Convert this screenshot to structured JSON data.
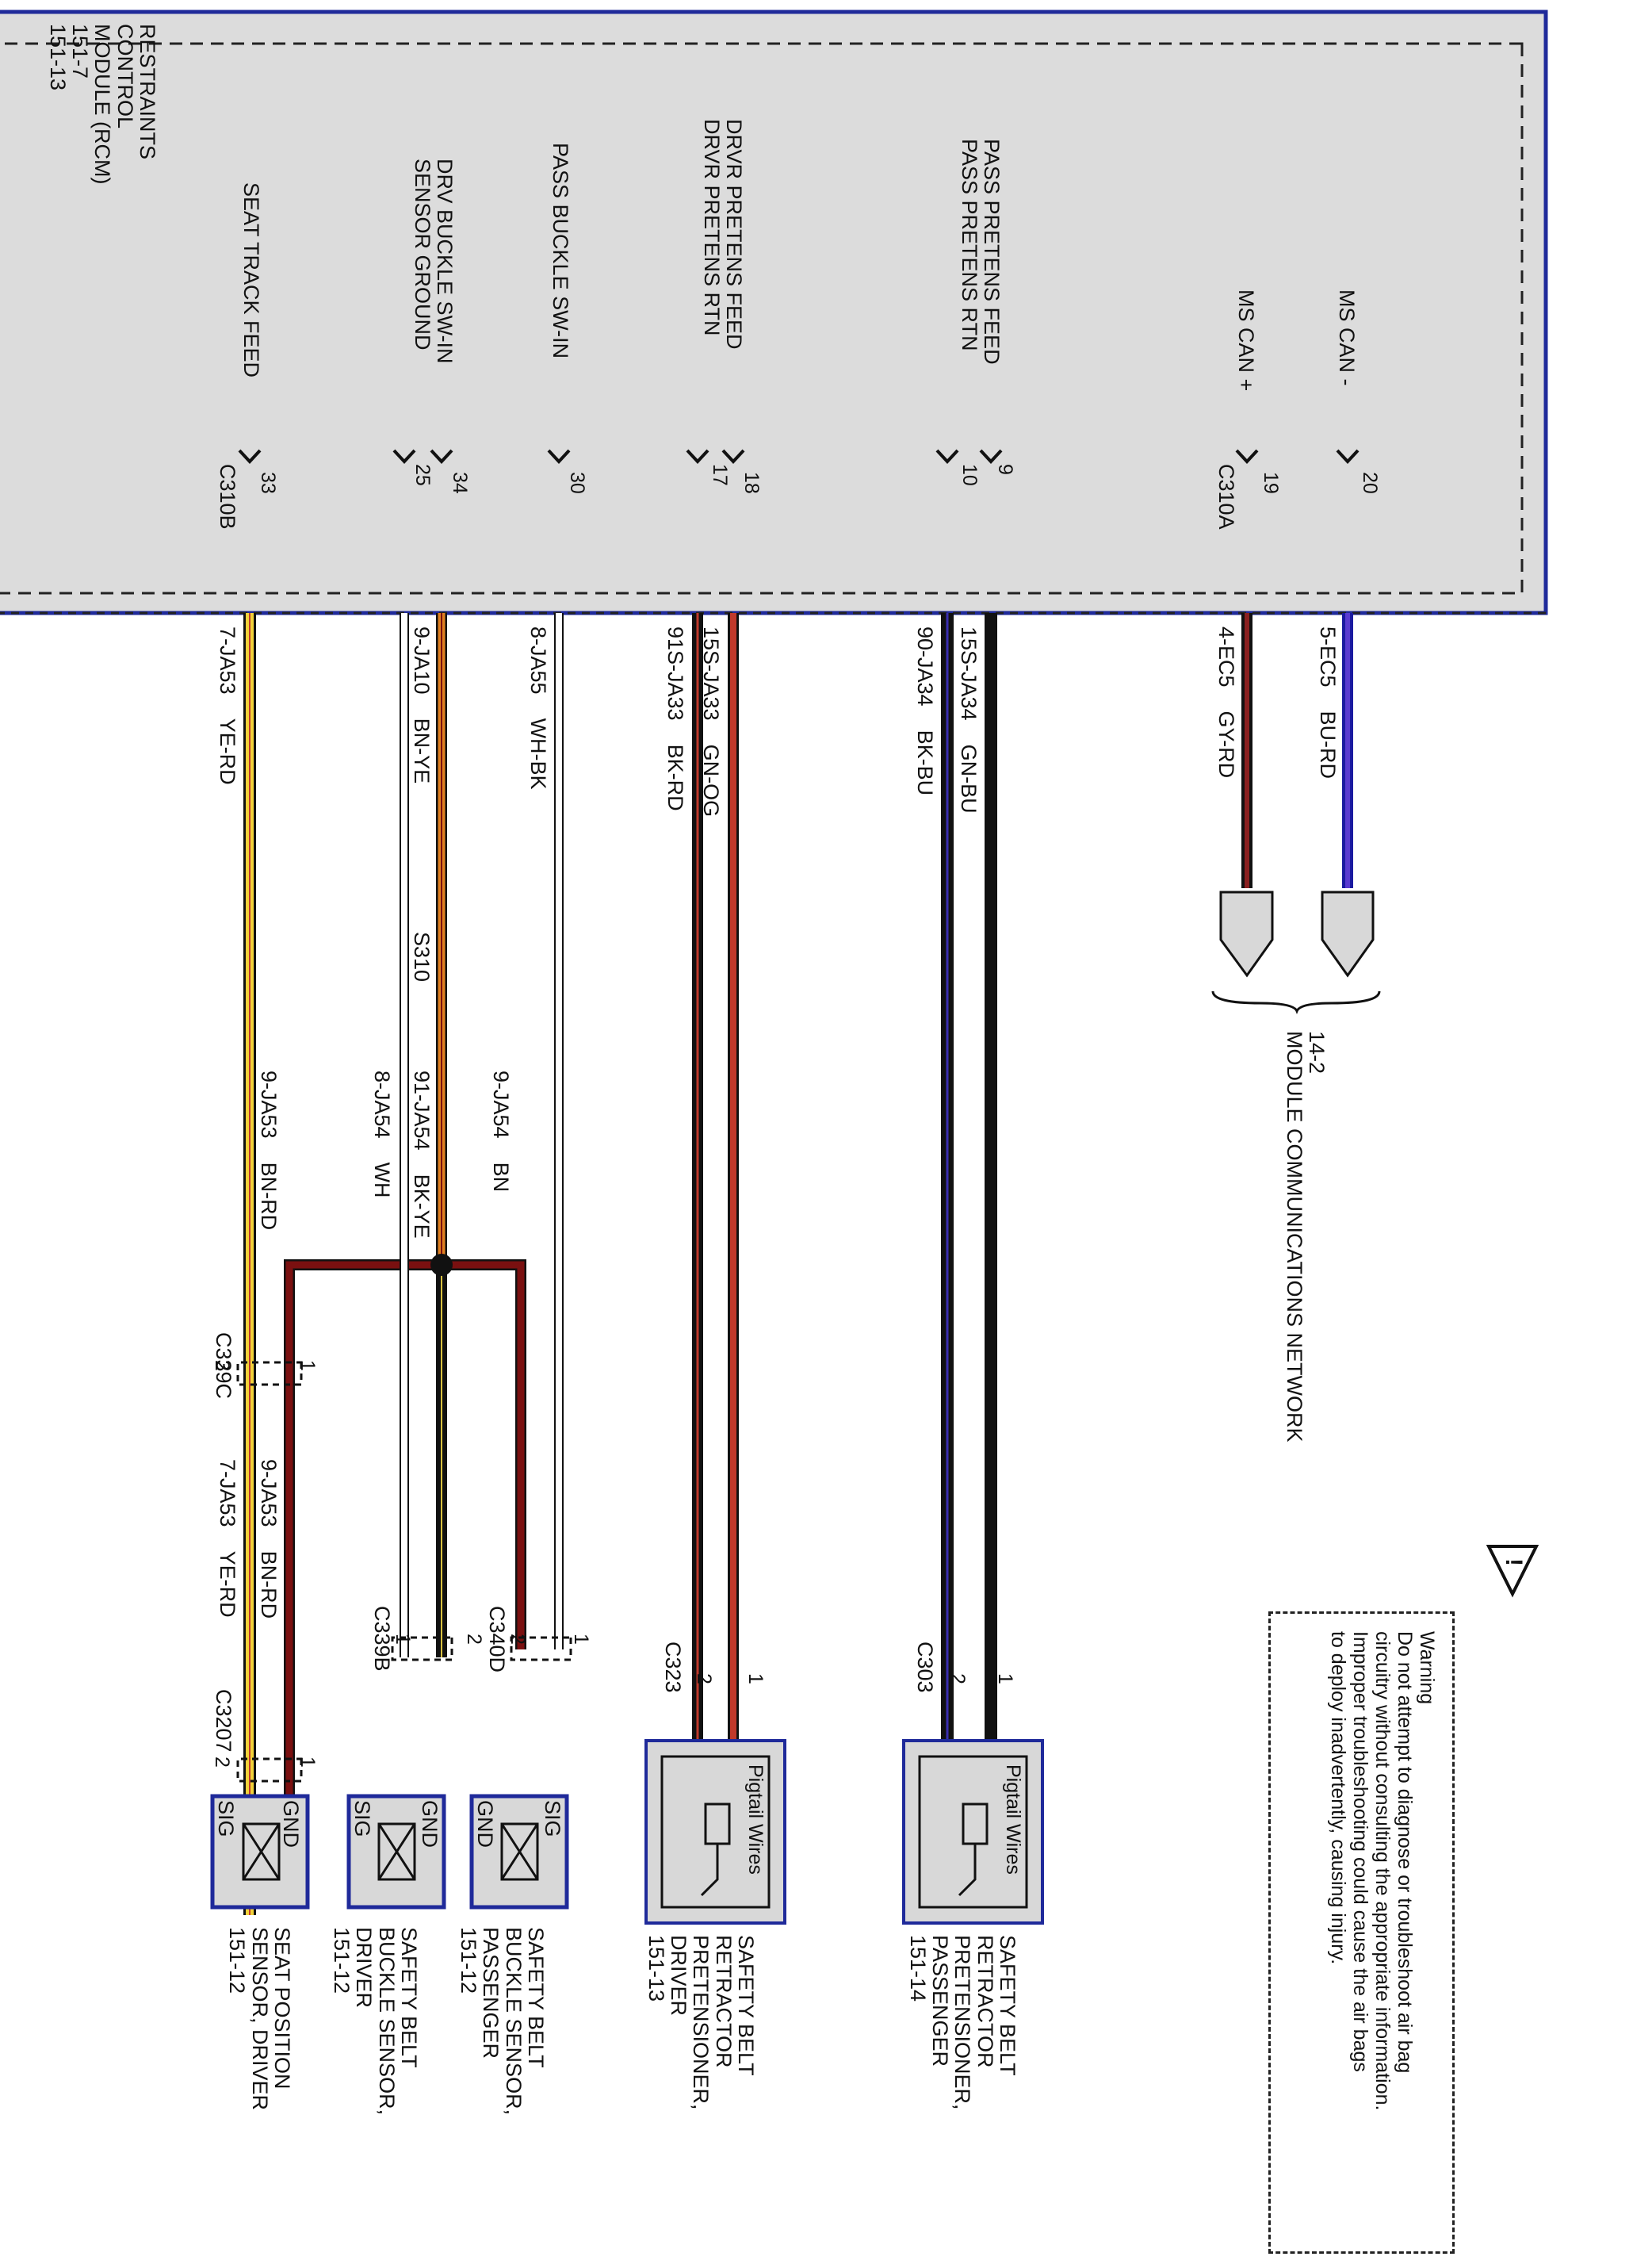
{
  "module": {
    "name_lines": [
      "RESTRAINTS",
      "CONTROL",
      "MODULE (RCM)",
      "151-7",
      "151-13"
    ],
    "pins": [
      {
        "label": "SEAT TRACK FEED"
      },
      {
        "label_lines": [
          "DRV BUCKLE SW-IN",
          "SENSOR GROUND"
        ]
      },
      {
        "label": "PASS BUCKLE SW-IN"
      },
      {
        "label_lines": [
          "DRVR PRETENS FEED",
          "DRVR PRETENS RTN"
        ]
      },
      {
        "label_lines": [
          "PASS PRETENS FEED",
          "PASS PRETENS RTN"
        ]
      },
      {
        "label": "MS CAN +"
      },
      {
        "label": "MS CAN -"
      }
    ]
  },
  "connectors": {
    "c310b": "C310B",
    "c310a": "C310A",
    "c339c": "C339C",
    "c207": "C3207",
    "c339b": "C339B",
    "c340d": "C340D",
    "c323": "C323",
    "c303": "C303",
    "splice": "S310"
  },
  "pin_numbers": {
    "p33": "33",
    "p25": "25",
    "p34": "34",
    "p30": "30",
    "p17": "17",
    "p18": "18",
    "p10": "10",
    "p9": "9",
    "p19": "19",
    "p20": "20",
    "c339c_2": "2",
    "c339c_1": "1",
    "c207_2": "2",
    "c207_1": "1",
    "c339b_1": "1",
    "c339b_2": "2",
    "c340d_2": "2",
    "c340d_1": "1",
    "c323_2": "2",
    "c323_1": "1",
    "c303_2": "2",
    "c303_1": "1"
  },
  "wires": [
    {
      "circuit": "7-JA53",
      "color": "YE-RD"
    },
    {
      "circuit": "9-JA10",
      "color": "BN-YE"
    },
    {
      "circuit": "8-JA55",
      "color": "WH-BK"
    },
    {
      "circuit": "91S-JA33",
      "color": "BK-RD"
    },
    {
      "circuit": "15S-JA33",
      "color": "GN-OG"
    },
    {
      "circuit": "90-JA34",
      "color": "BK-BU"
    },
    {
      "circuit": "15S-JA34",
      "color": "GN-BU"
    },
    {
      "circuit": "4-EC5",
      "color": "GY-RD"
    },
    {
      "circuit": "5-EC5",
      "color": "BU-RD"
    },
    {
      "circuit": "9-JA53",
      "color": "BN-RD"
    },
    {
      "circuit": "8-JA54",
      "color": "WH"
    },
    {
      "circuit": "91-JA54",
      "color": "BK-YE"
    },
    {
      "circuit": "9-JA54",
      "color": "BN"
    },
    {
      "circuit": "7-JA53",
      "color": "YE-RD"
    },
    {
      "circuit": "9-JA53",
      "color": "BN-RD"
    }
  ],
  "components": [
    {
      "lines": [
        "SEAT POSITION",
        "SENSOR, DRIVER",
        "151-12"
      ],
      "sig": "SIG",
      "gnd": "GND"
    },
    {
      "lines": [
        "SAFETY BELT",
        "BUCKLE SENSOR,",
        "DRIVER",
        "151-12"
      ],
      "sig": "SIG",
      "gnd": "GND"
    },
    {
      "lines": [
        "SAFETY BELT",
        "BUCKLE SENSOR,",
        "PASSENGER",
        "151-12"
      ],
      "sig": "SIG",
      "gnd": "GND"
    },
    {
      "lines": [
        "SAFETY BELT",
        "RETRACTOR",
        "PRETENSIONER,",
        "DRIVER",
        "151-13"
      ],
      "pigtail": "Pigtail Wires"
    },
    {
      "lines": [
        "SAFETY BELT",
        "RETRACTOR",
        "PRETENSIONER,",
        "PASSENGER",
        "151-14"
      ],
      "pigtail": "Pigtail Wires"
    }
  ],
  "network": {
    "lines": [
      "14-2",
      "MODULE COMMUNICATIONS NETWORK"
    ]
  },
  "warning": {
    "lines": [
      "Warning",
      "Do not attempt to diagnose or troubleshoot air bag",
      "circuitry without consulting the appropriate information.",
      "Improper troubleshooting could cause the air bags",
      "to deploy inadvertently, causing injury."
    ],
    "symbol": "!"
  },
  "colors": {
    "module_fill": "#dcdcdc",
    "module_border": "#1f2a9a",
    "yellow": "#f2d23a",
    "brown_red": "#7a1010",
    "black": "#111111",
    "white": "#ffffff",
    "orange": "#e08020",
    "blue": "#3a2fb0",
    "gray": "#b0b0b0"
  }
}
